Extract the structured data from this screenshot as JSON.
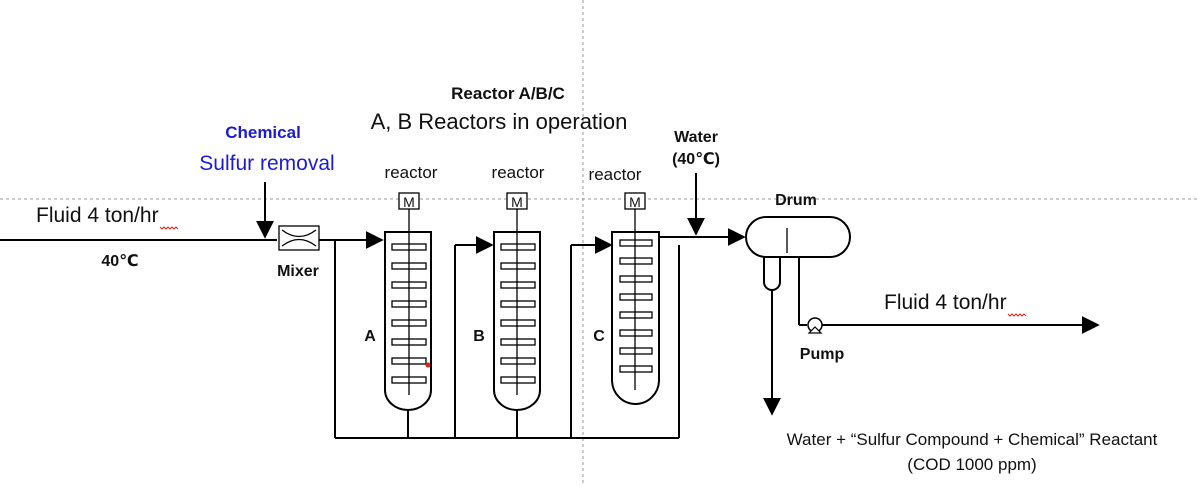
{
  "title": "Reactor A/B/C",
  "subtitle": "A, B Reactors in operation",
  "chemical": {
    "label": "Chemical",
    "purpose": "Sulfur removal"
  },
  "inlet": {
    "flow": "Fluid 4 ton/hr",
    "temperature": "40℃"
  },
  "mixer": "Mixer",
  "water_inlet": {
    "label": "Water",
    "temperature": "(40℃)"
  },
  "drum": "Drum",
  "pump": "Pump",
  "outlet": {
    "flow": "Fluid 4 ton/hr"
  },
  "bottoms": {
    "line1": "Water + “Sulfur Compound + Chemical” Reactant",
    "line2": "(COD 1000 ppm)"
  },
  "reactors": [
    {
      "name": "A",
      "type": "reactor",
      "motor": "M"
    },
    {
      "name": "B",
      "type": "reactor",
      "motor": "M"
    },
    {
      "name": "C",
      "type": "reactor",
      "motor": "M"
    }
  ],
  "colors": {
    "line": "#000000",
    "accent_text": "#1b1bd6",
    "guide": "#9a9a9a"
  }
}
